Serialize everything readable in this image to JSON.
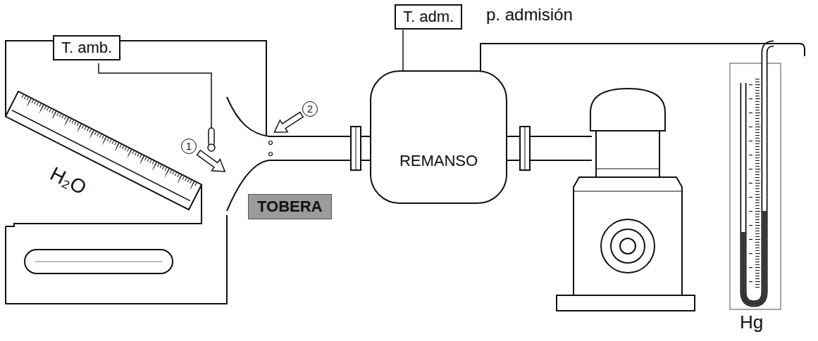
{
  "diagram": {
    "nodes": [
      {
        "text": [
          "T. amb."
        ]
      },
      {
        "text": [
          "T. adm."
        ]
      },
      {
        "text": [
          "2"
        ]
      },
      {
        "text": [
          "1"
        ]
      },
      {
        "text": [
          "REMANSO"
        ]
      },
      {
        "text": [
          "TOBERA"
        ]
      }
    ],
    "edges": [
      {
        "from": 1,
        "to": 4,
        "arrow": "none"
      }
    ],
    "labels": [
      "p. admisión",
      "H₂O",
      "Hg"
    ]
  }
}
